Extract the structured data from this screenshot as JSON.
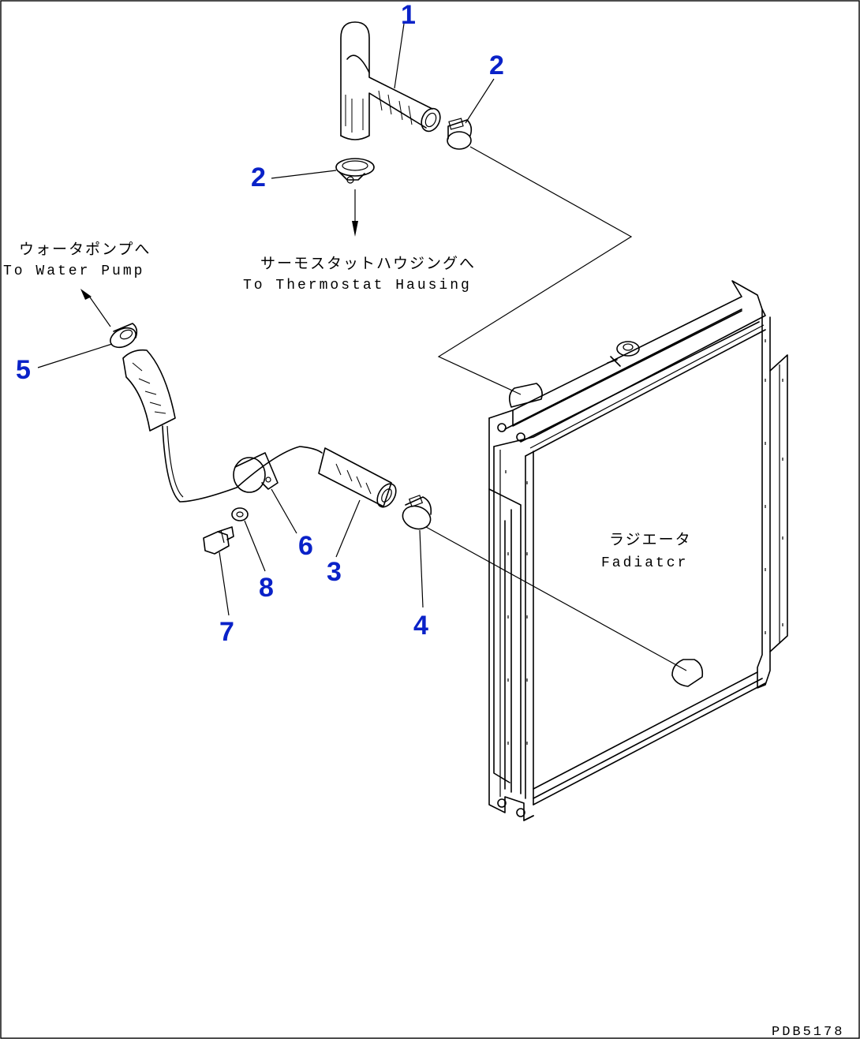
{
  "callouts": {
    "c1": "1",
    "c2a": "2",
    "c2b": "2",
    "c3": "3",
    "c4": "4",
    "c5": "5",
    "c6": "6",
    "c7": "7",
    "c8": "8"
  },
  "callout_color": "#0a22c8",
  "labels": {
    "water_pump_jp": "ウォータポンプへ",
    "water_pump_en": "To Water Pump",
    "thermostat_jp": "サーモスタットハウジングへ",
    "thermostat_en": "To Thermostat Hausing",
    "radiator_jp": "ラジエータ",
    "radiator_en": "Fadiatcr"
  },
  "drawing_code": "PDB5178"
}
